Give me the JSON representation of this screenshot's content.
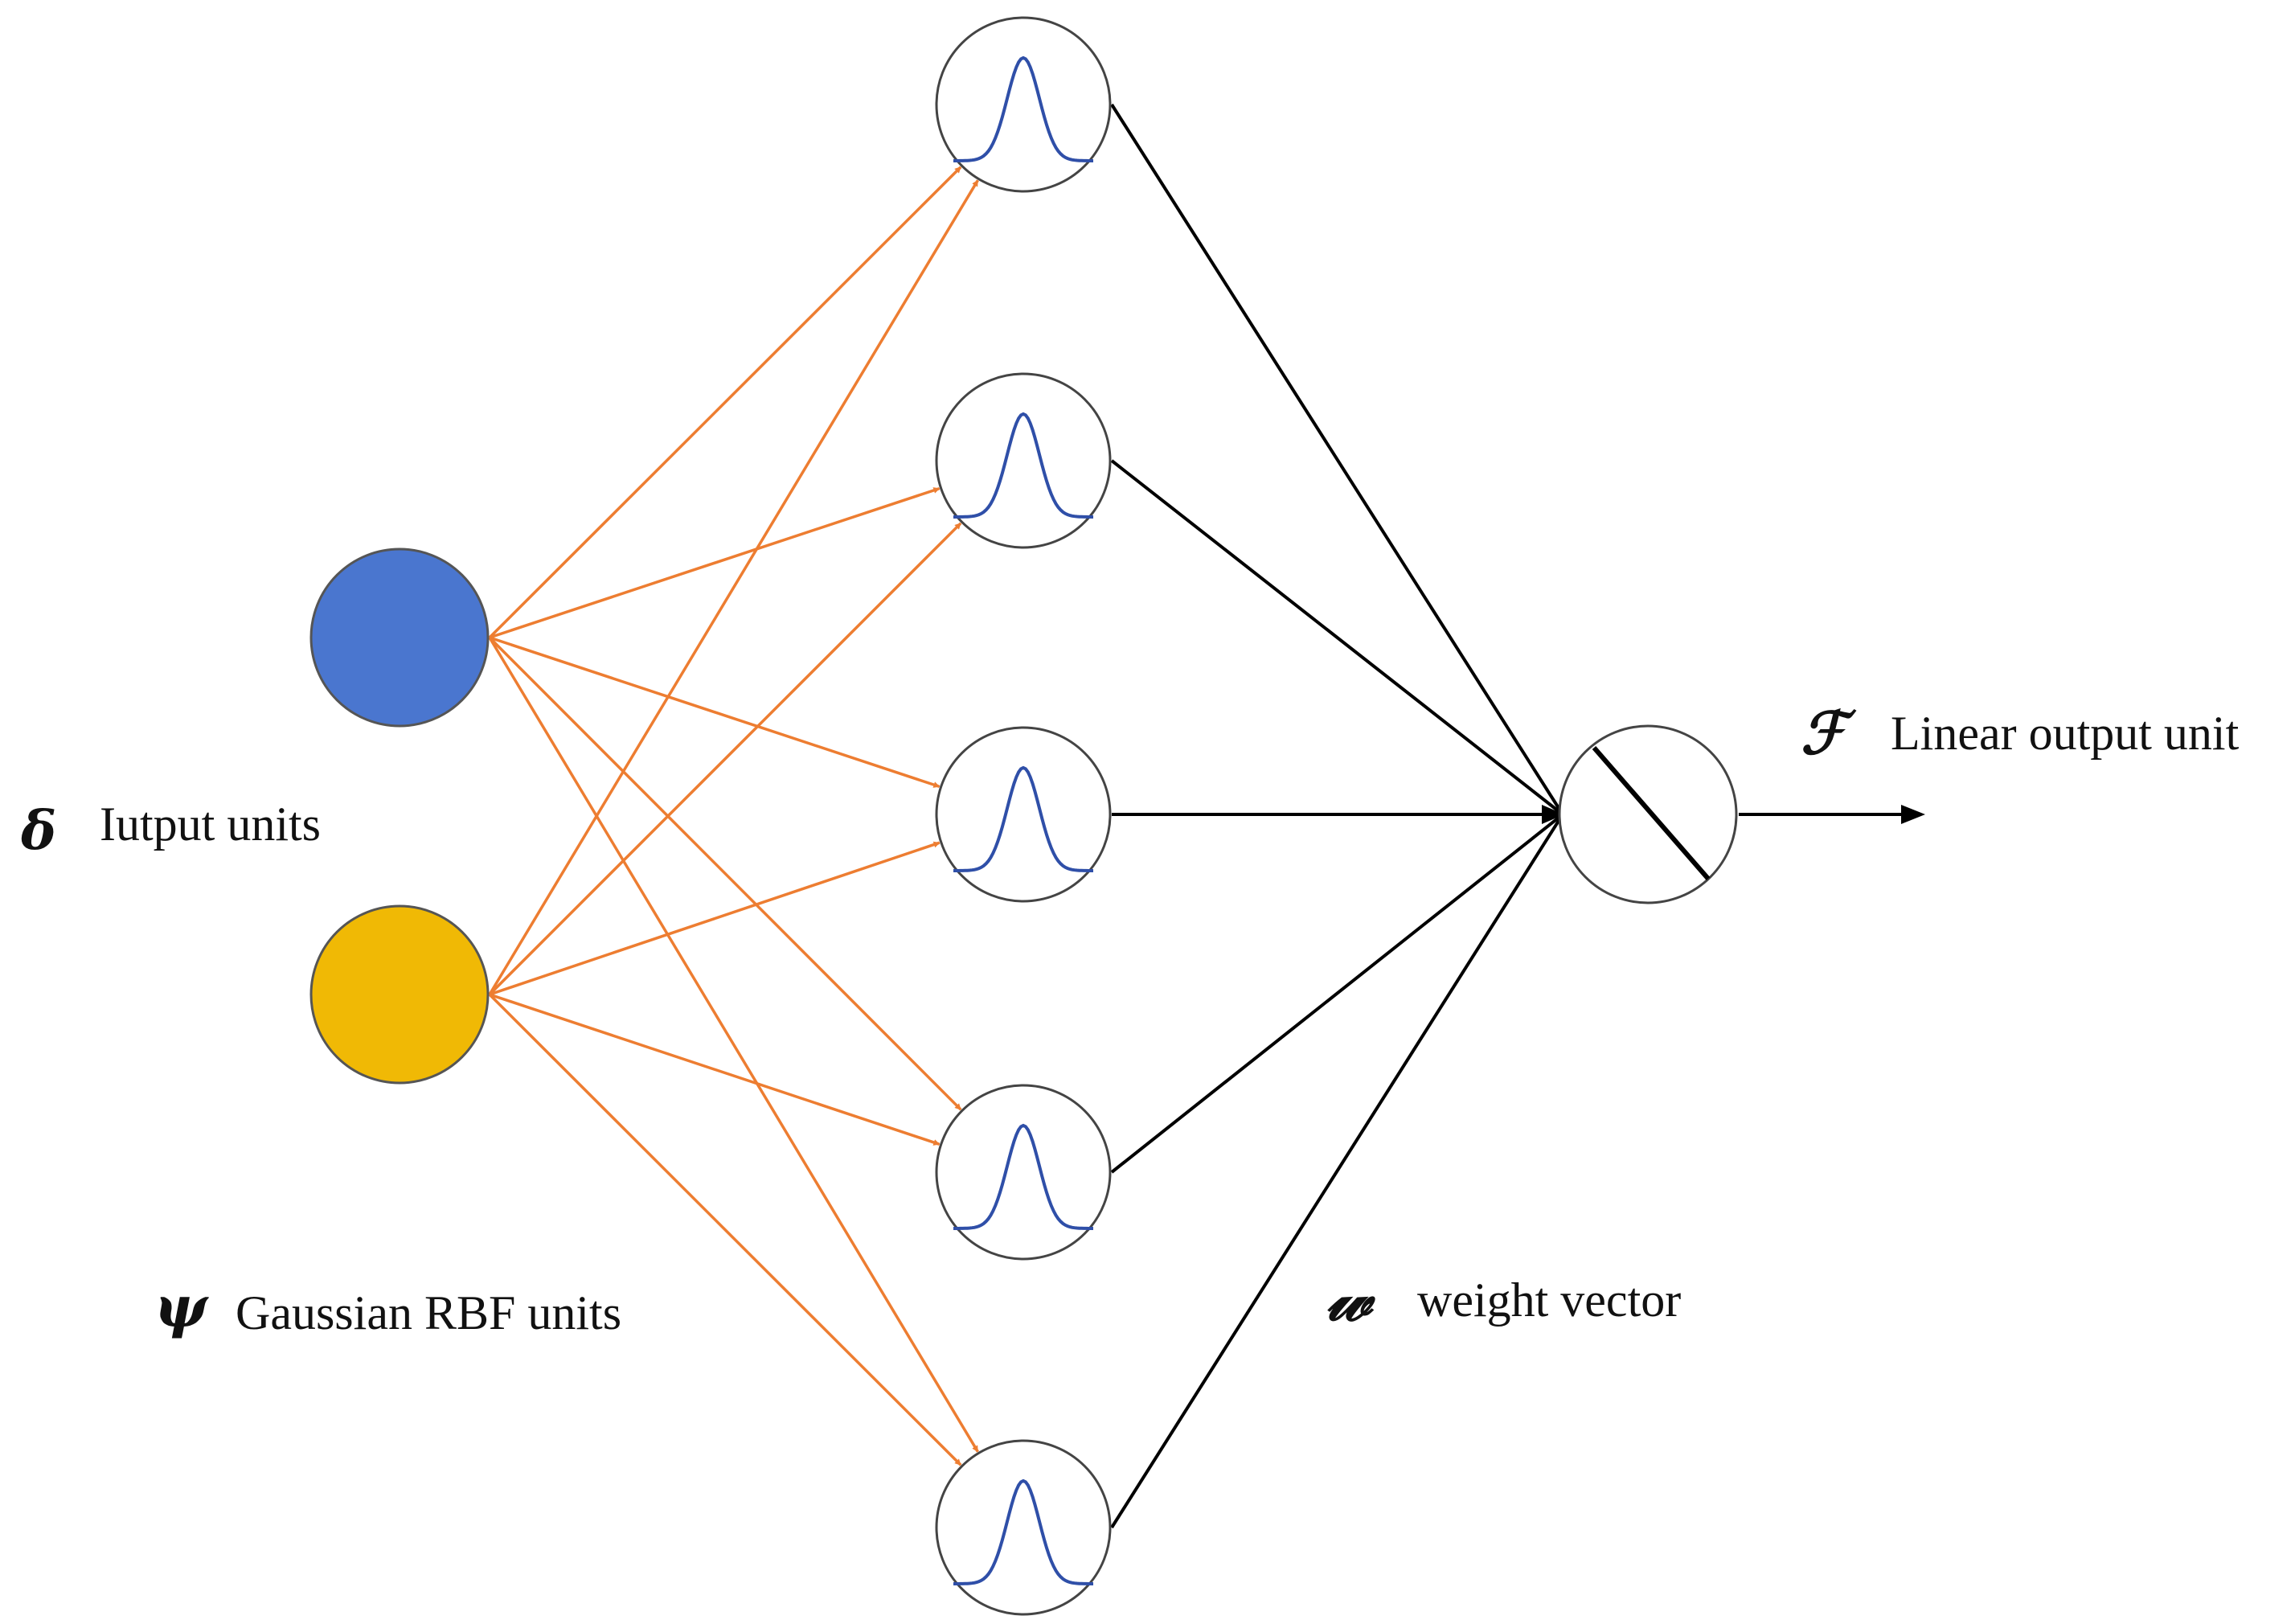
{
  "colors": {
    "input_node_1": "#4a76cf",
    "input_node_2": "#f0b905",
    "input_edge": "#ed7d31",
    "output_edge": "#000000",
    "gaussian_curve": "#2f4fa8",
    "node_stroke": "#555555"
  },
  "icons": {
    "hidden_unit": "gaussian-bell-curve-icon",
    "output_unit": "diagonal-slash-icon",
    "output_arrow": "arrow-right-icon"
  },
  "labels": {
    "input": {
      "symbol": "δ",
      "text": "Iutput units"
    },
    "rbf": {
      "symbol": "ψ",
      "text": "Gaussian RBF units"
    },
    "weight": {
      "symbol": "𝓌",
      "text": "weight vector"
    },
    "output": {
      "symbol": "ℱ",
      "text": "Linear output unit"
    }
  },
  "network": {
    "input_nodes": 2,
    "hidden_nodes": 5,
    "output_nodes": 1,
    "input_to_hidden": "fully-connected",
    "hidden_to_output": "fully-connected"
  }
}
